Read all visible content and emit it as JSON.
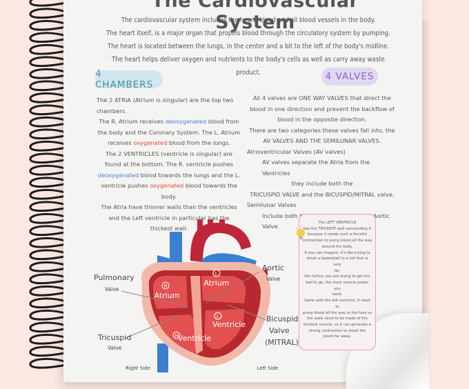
{
  "title": "The Cardiovascular System",
  "intro": [
    "The cardiovascular system includes the heart, blood and all blood vessels in the body.",
    "The heart itself, is a major organ that propels blood through the circulatory system by pumping.",
    "The heart is located between the lungs, in the center and a bit to the left of the body's midline.",
    "The heart helps deliver oxygen and nutrients to the body's cells as well as carry away waste product."
  ],
  "chambers": {
    "heading": "4 CHAMBERS",
    "atria_1": "The 2 ATRIA (Atrium is singular) are the top two chambers.",
    "atria_2a": "The R. Atrium receives",
    "deoxygenated": "deoxygenated",
    "atria_2b": "blood from the body and the Coronary System. The L. Atrium receives",
    "oxygenated": "oxygenated",
    "atria_2c": "blood from the lungs.",
    "ventricles_a": "The 2 VENTRICLES (ventricle is singular) are found at the bottom. The R. ventricle pushes",
    "ventricles_b": "blood towards the lungs and the L. ventricle pushes",
    "ventricles_c": "blood towards the body.",
    "walls": "The Atria have thinner walls than the ventricles and the Left ventricle in particular has the thickest wall."
  },
  "valves": {
    "heading": "4 VALVES",
    "p1": "All 4 valves are ONE WAY VALVES that direct the blood in one direction and prevent the backflow of blood in the opposite direction.",
    "p2": "There are two categories these valves fall into, the AV VALVES AND THE SEMILUNAR VALVES.",
    "av_heading": "Atrioventricular Valves (AV valves)",
    "av_1": "AV valves separate the Atria from the Ventricles",
    "av_2": "they include both the",
    "av_3": "TRICUSPID VALVE and the BICUSPID/MITRAL valve.",
    "sl_heading": "Semilunar Valves",
    "sl_1": "Include both the Pulmonary Valve and Aortic Valve."
  },
  "diagram": {
    "pulmonary": "Pulmonary",
    "pulmonary_sub": "Valve",
    "aortic": "Aortic",
    "aortic_sub": "Valve",
    "tricuspid": "Tricuspid",
    "tricuspid_sub": "Valve",
    "bicuspid": "Bicuspid",
    "bicuspid_sub": "Valve",
    "mitral": "(MITRAL)",
    "r_mark": "R",
    "l_mark": "L",
    "atrium": "Atrium",
    "ventricle": "Ventricle",
    "right_side": "Right Side",
    "left_side": "Left Side"
  },
  "tip": {
    "lines": [
      "The LEFT VENTRICLE",
      "has the THICKEST wall surrounding it",
      "because it needs such a forceful",
      "contraction to pump blood all the way",
      "around the body.",
      "If you can imagine, it's like trying to",
      "shoot a basketball to a net that is very",
      "far,",
      "the further you are trying to get the",
      "ball to go, the more muscle power you",
      "need.",
      "Same with the left ventricle, it need to",
      "pump blood all the way to the toes so",
      "the walls need to be made of the",
      "thickest muscle, so it can generate a",
      "strong contraction to shoot the",
      "blood far away."
    ]
  },
  "colors": {
    "background": "#fbe8e2",
    "chambers_pill": "#cfe7ee",
    "valves_pill": "#e1d7f2",
    "deoxygenated": "#4a7fd6",
    "oxygenated": "#e0472f",
    "tip_border": "#f29cb0"
  }
}
